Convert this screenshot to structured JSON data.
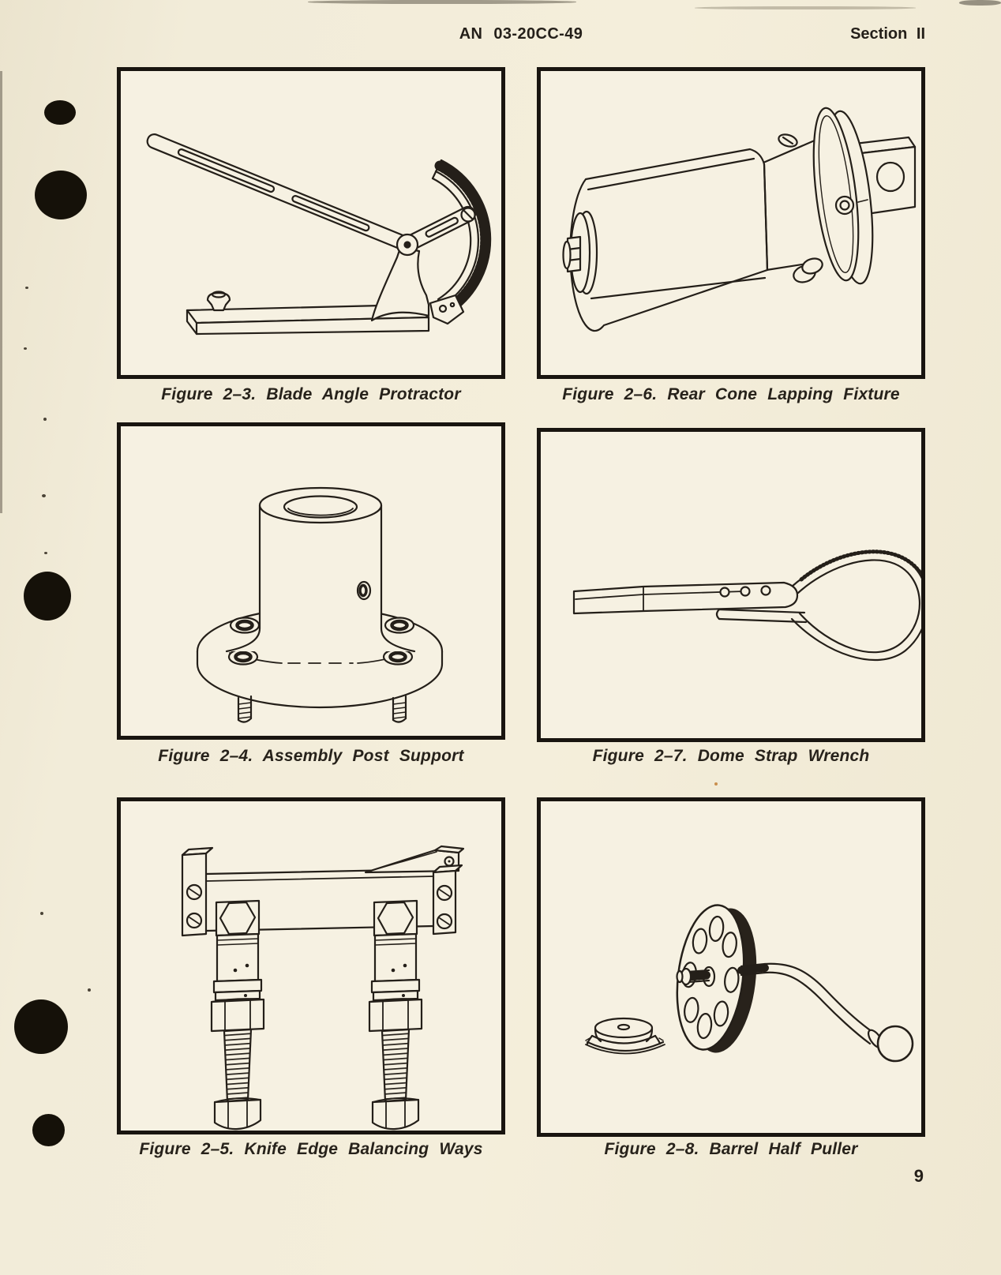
{
  "document": {
    "header": {
      "doc_number": "AN 03-20CC-49",
      "section": "Section II"
    },
    "page_number": "9",
    "figures": [
      {
        "caption": "Figure 2–3. Blade Angle Protractor"
      },
      {
        "caption": "Figure 2–6. Rear Cone Lapping Fixture"
      },
      {
        "caption": "Figure 2–4. Assembly Post Support"
      },
      {
        "caption": "Figure 2–7. Dome Strap Wrench"
      },
      {
        "caption": "Figure 2–5. Knife Edge Balancing Ways"
      },
      {
        "caption": "Figure 2–8. Barrel Half Puller"
      }
    ],
    "colors": {
      "paper": "#f2ecd9",
      "panel_paper": "#f6f1e2",
      "ink": "#241f19"
    }
  }
}
